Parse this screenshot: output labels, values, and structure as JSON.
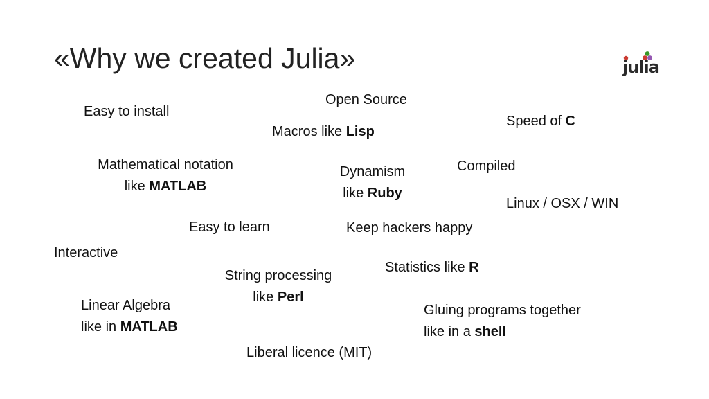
{
  "title": "«Why we created Julia»",
  "logo": {
    "text": "julia",
    "icon": "julia-logo-icon",
    "dot_colors": [
      "#cb3c33",
      "#389826",
      "#9558b2",
      "#4063d8"
    ]
  },
  "phrases": {
    "open_source": "Open Source",
    "easy_to_install": "Easy to install",
    "speed_prefix": "Speed of ",
    "speed_bold": "C",
    "macros_prefix": "Macros like ",
    "macros_bold": "Lisp",
    "math_line1": "Mathematical notation",
    "math_prefix": "like ",
    "math_bold": "MATLAB",
    "dynamism_line1": "Dynamism",
    "dynamism_prefix": "like ",
    "dynamism_bold": "Ruby",
    "compiled": "Compiled",
    "linux": "Linux / OSX / WIN",
    "easy_to_learn": "Easy to learn",
    "keep_hackers_happy": "Keep hackers happy",
    "interactive": "Interactive",
    "stats_prefix": "Statistics like ",
    "stats_bold": "R",
    "string_line1": "String processing",
    "string_prefix": "like ",
    "string_bold": "Perl",
    "linalg_line1": "Linear Algebra",
    "linalg_prefix": "like in ",
    "linalg_bold": "MATLAB",
    "gluing_line1": "Gluing programs together",
    "gluing_prefix": "like in a ",
    "gluing_bold": "shell",
    "licence": "Liberal licence (MIT)"
  }
}
